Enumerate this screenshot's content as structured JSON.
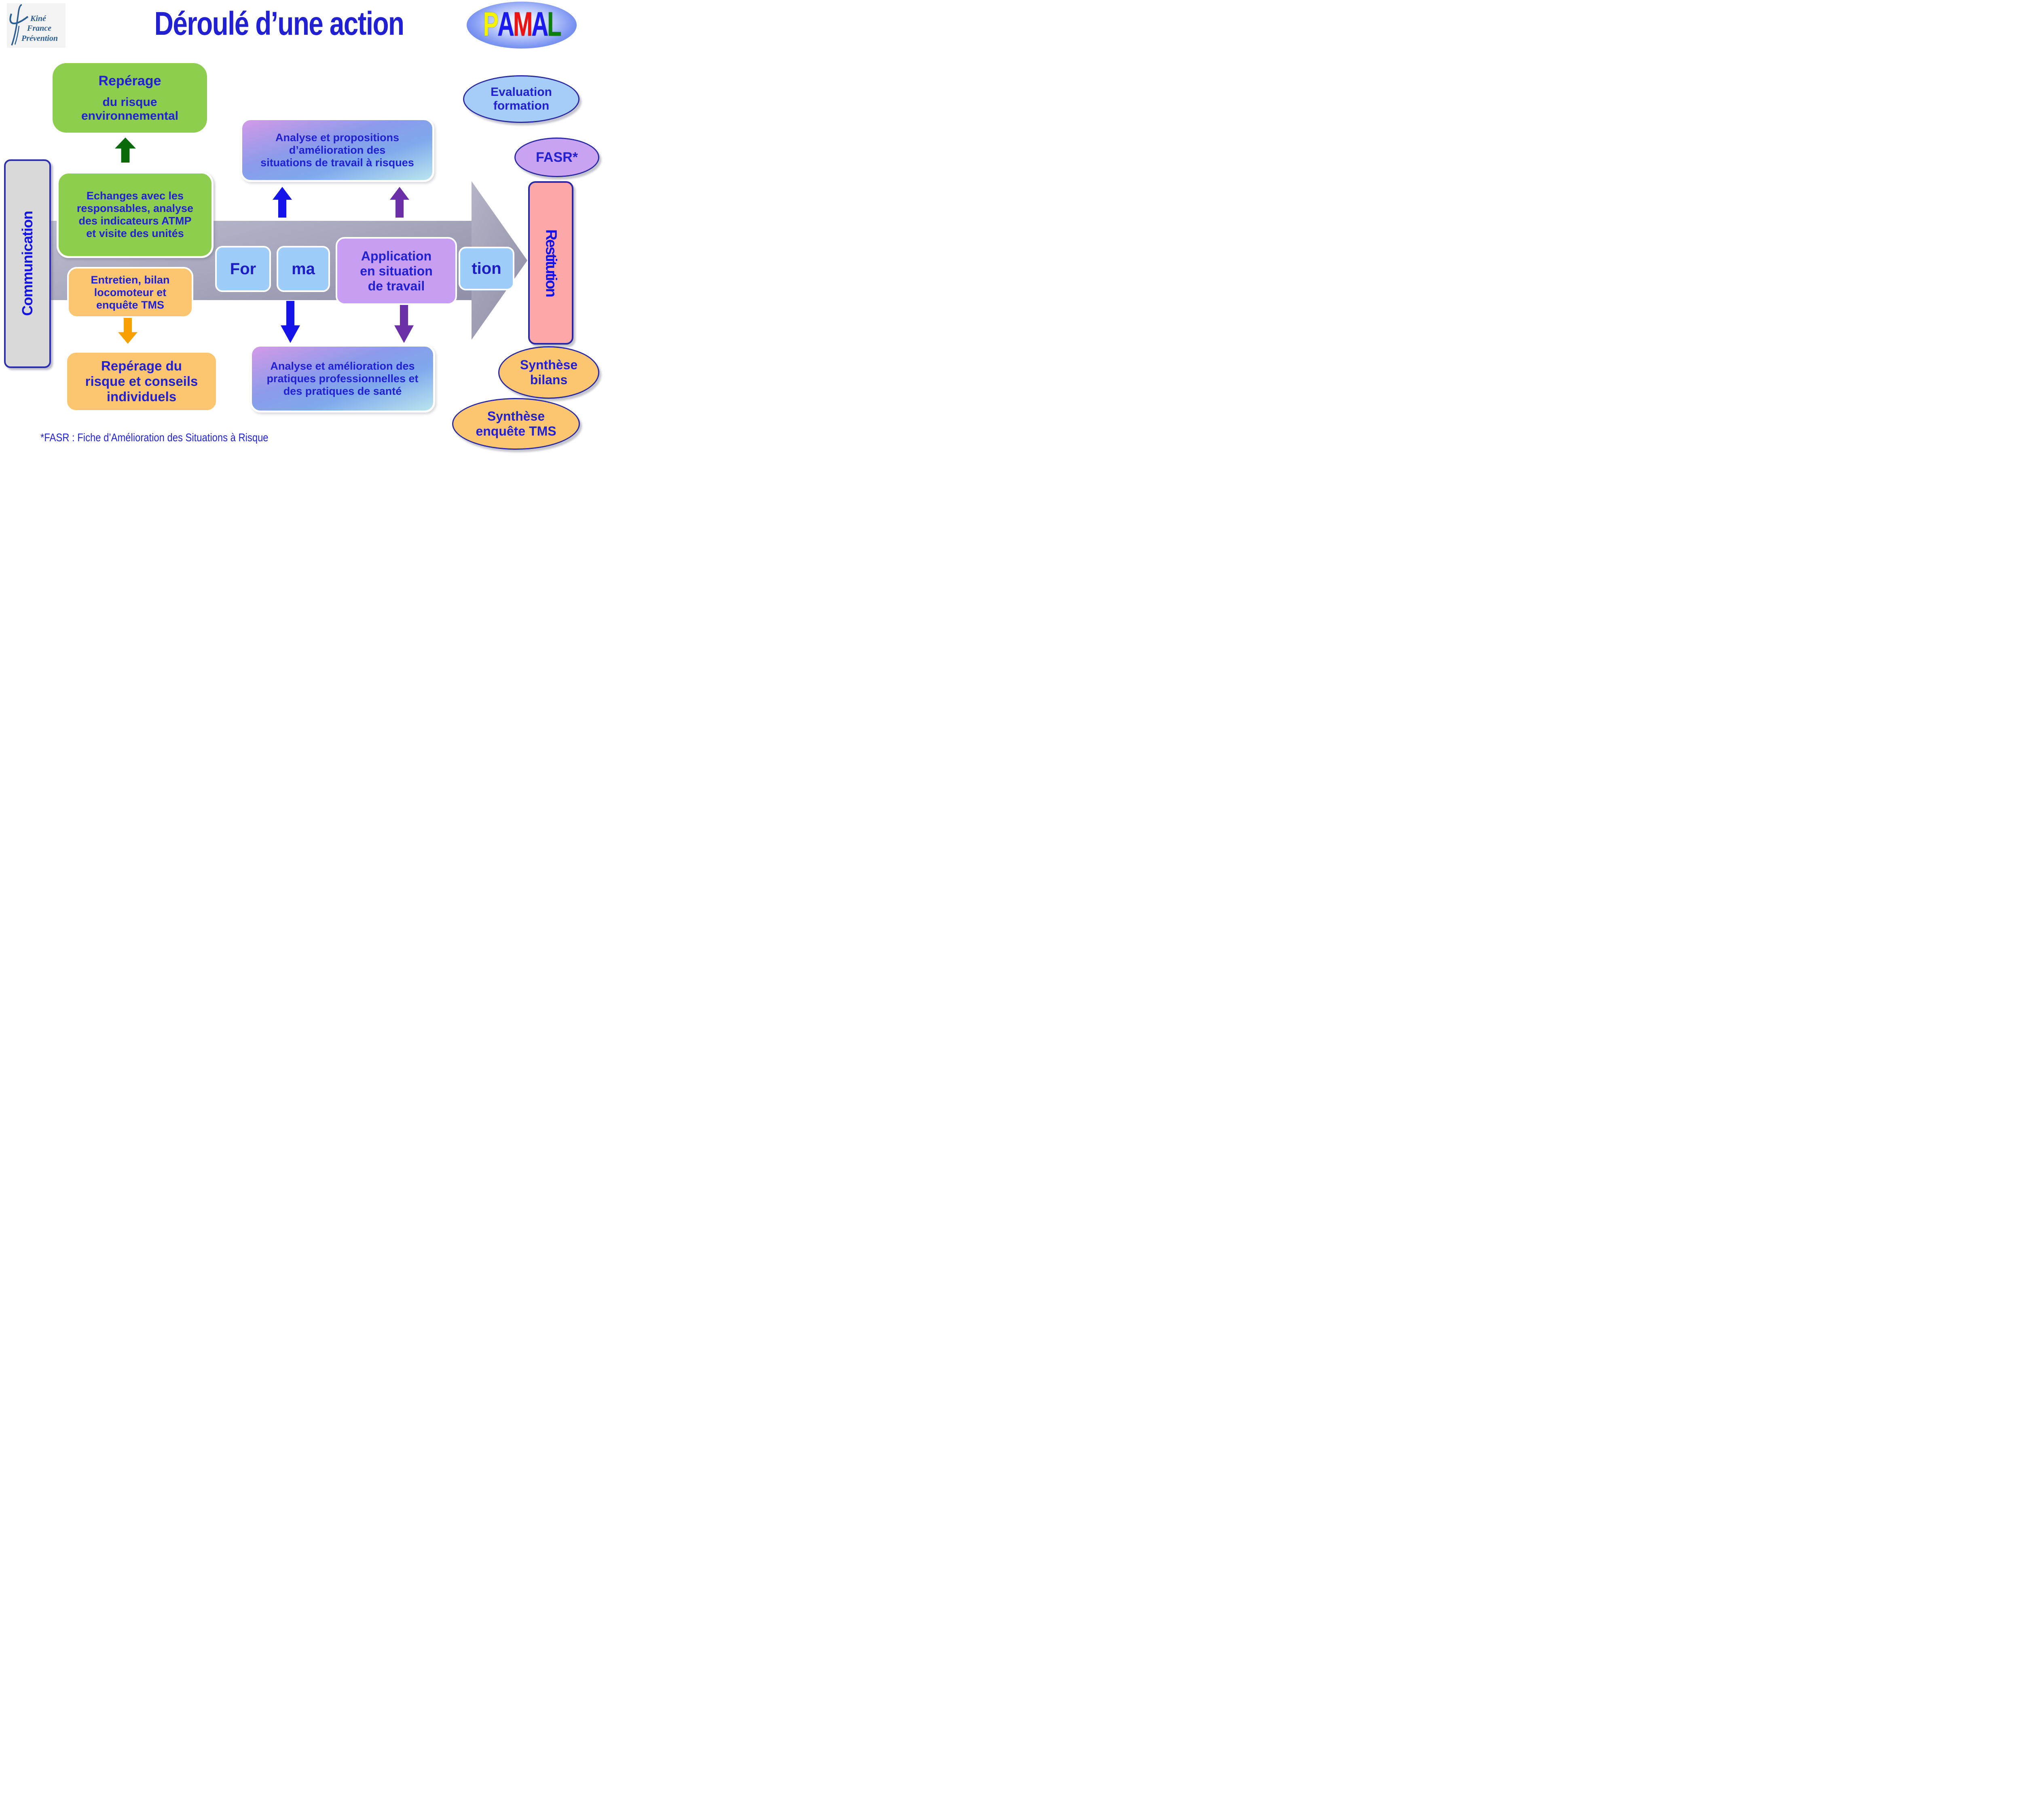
{
  "header": {
    "title": "Déroulé d’une action",
    "kine_logo": {
      "line1": "Kiné",
      "line2": "France",
      "line3": "Prévention"
    },
    "pamal_logo": {
      "letters": [
        "P",
        "A",
        "M",
        "A",
        "L"
      ]
    }
  },
  "flow": {
    "left_label": "Communication",
    "right_label": "Restitution"
  },
  "green": {
    "top_line1": "Repérage",
    "top_rest": "du risque\nenvironnemental",
    "mid_text": "Echanges avec les\nresponsables, analyse\ndes indicateurs ATMP\net visite des unités"
  },
  "orange": {
    "top_text": "Entretien, bilan\nlocomoteur et\nenquête TMS",
    "bottom_text": "Repérage du\nrisque et conseils\nindividuels"
  },
  "center": {
    "top_box": "Analyse et propositions\nd’amélioration des\nsituations de travail à risques",
    "seg_for": "For",
    "seg_ma": "ma",
    "application": "Application\nen situation\nde travail",
    "seg_tion": "tion",
    "bottom_box": "Analyse et amélioration des\npratiques professionnelles et\ndes pratiques de santé"
  },
  "right": {
    "eval": "Evaluation\nformation",
    "fasr": "FASR*",
    "synthese_bilans": "Synthèse\nbilans",
    "synthese_tms": "Synthèse\nenquête TMS"
  },
  "footer": {
    "note": "*FASR : Fiche d’Amélioration des Situations à Risque"
  },
  "colors": {
    "text_blue": "#2121D3",
    "title_blue": "#2121D3",
    "green_box": "#8ECE4E",
    "green_arrow": "#0A6A0A",
    "orange_box": "#FCC56F",
    "orange_arrow": "#F7A000",
    "blue_arrow": "#1414EA",
    "purple_arrow": "#6B30A8",
    "segment_blue": "#9DCDF8",
    "application_purple": "#C89EF2",
    "restitution_pink": "#FCA8A8",
    "communication_gray": "#D9D9D9",
    "eval_ellipse_blue": "#A5CDF8",
    "fasr_ellipse_purple": "#C9A2F2",
    "synthese_ellipse_orange": "#FCC56F",
    "navy_border": "#2B2BA5",
    "arrow_gray": "#A9A9BF"
  }
}
